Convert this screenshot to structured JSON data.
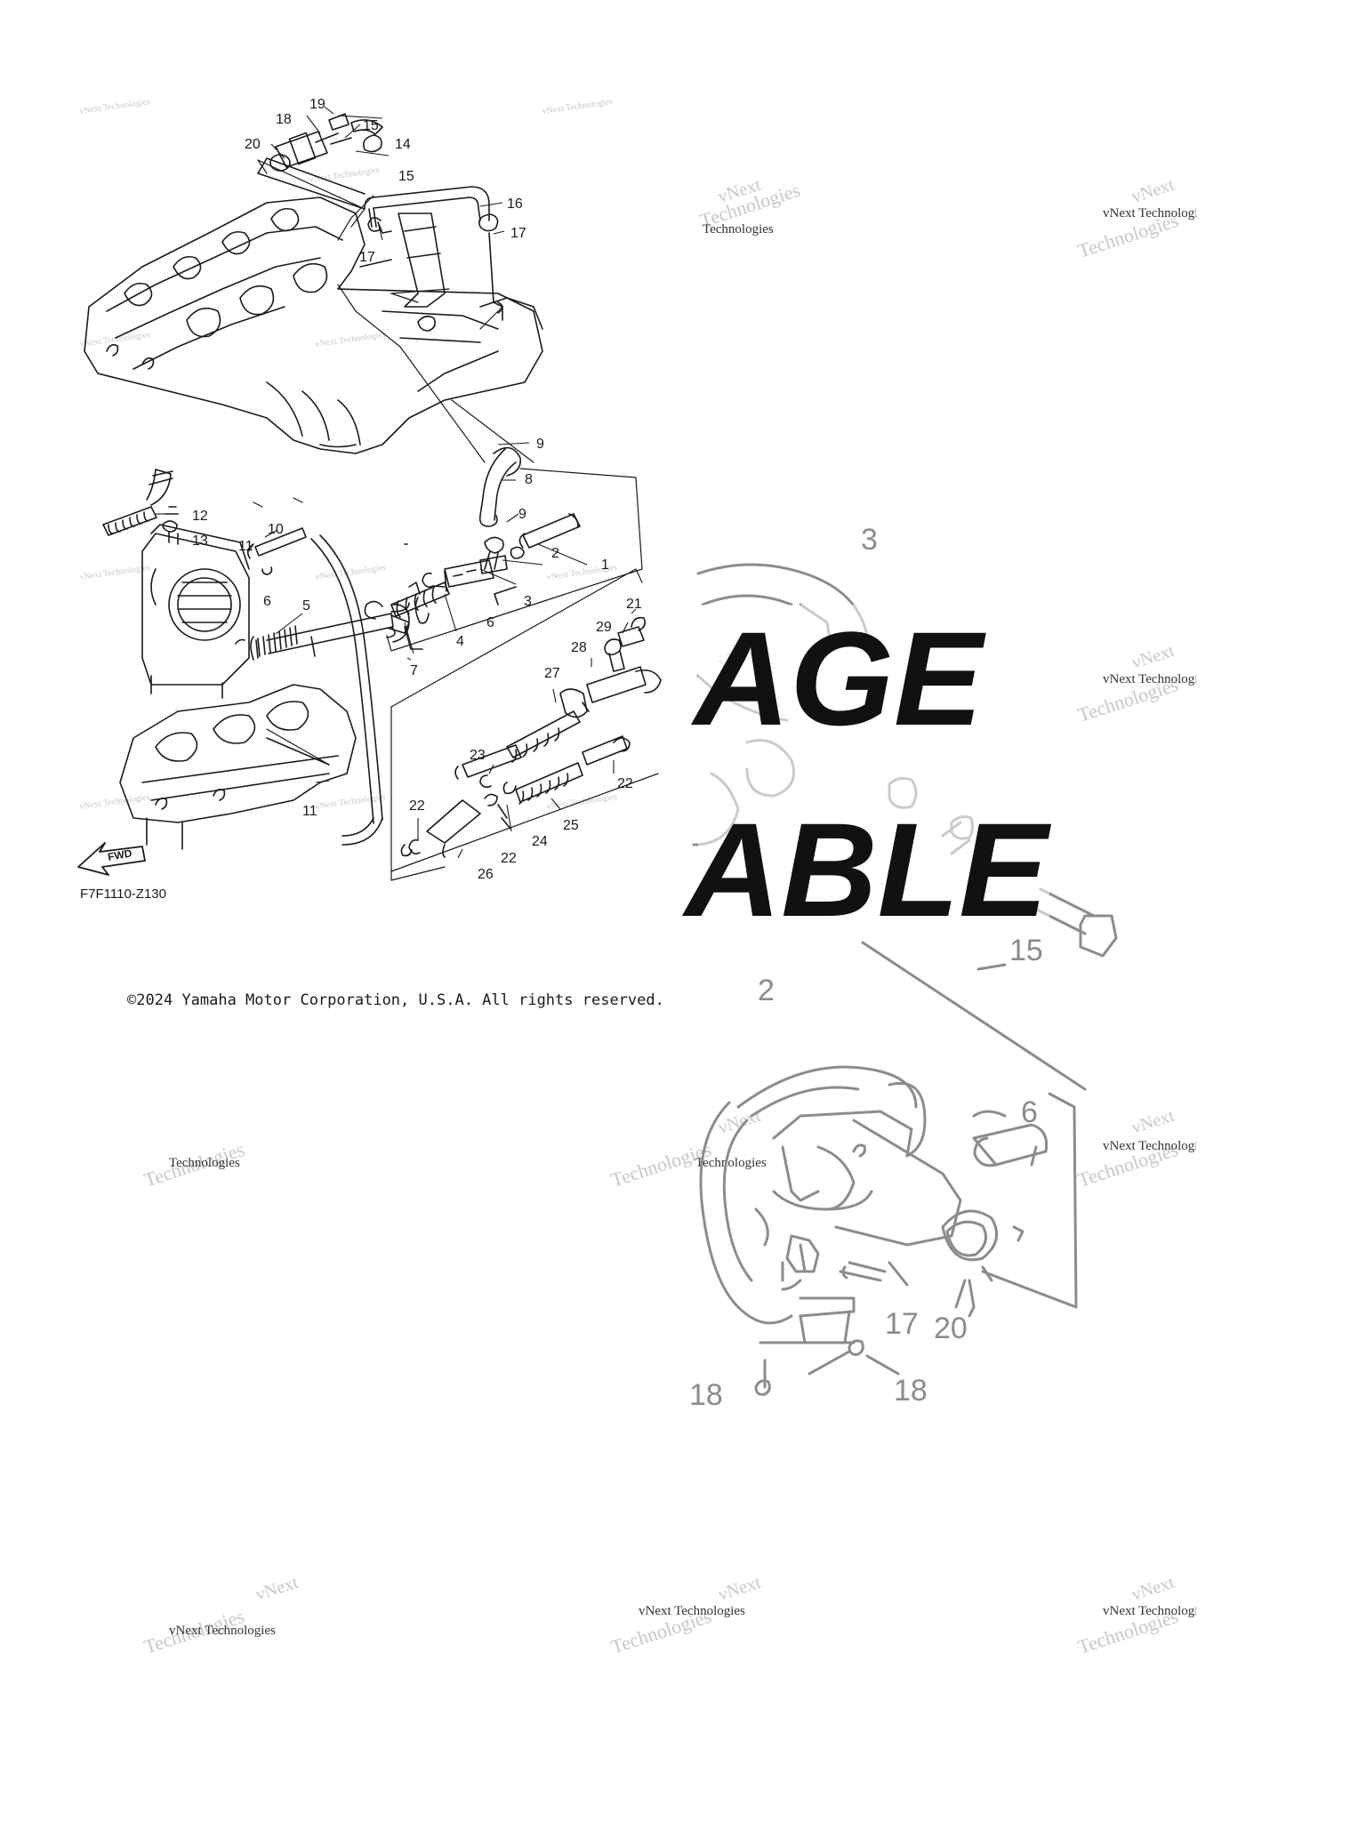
{
  "diagram": {
    "figure_code": "F7F1110-Z130",
    "fwd_label": "FWD",
    "copyright": "©2024 Yamaha Motor Corporation, U.S.A. All rights reserved.",
    "part_callouts": [
      "1",
      "2",
      "3",
      "4",
      "5",
      "6",
      "7",
      "8",
      "9",
      "10",
      "11",
      "12",
      "13",
      "14",
      "15",
      "16",
      "17",
      "18",
      "19",
      "20",
      "21",
      "22",
      "23",
      "24",
      "25",
      "26",
      "27",
      "28",
      "29"
    ]
  },
  "unavailable_overlay": {
    "line1": "AGE",
    "line2": "ABLE",
    "callouts": [
      "3",
      "15",
      "2",
      "6",
      "17",
      "20",
      "18",
      "18"
    ]
  },
  "watermark": {
    "text_a": "vNext Technologies",
    "text_b": "vNext",
    "text_c": "Technologies"
  },
  "colors": {
    "ink": "#1a1a1a",
    "grey_art": "#8c8c8c",
    "watermark": "#c8c8c8"
  }
}
